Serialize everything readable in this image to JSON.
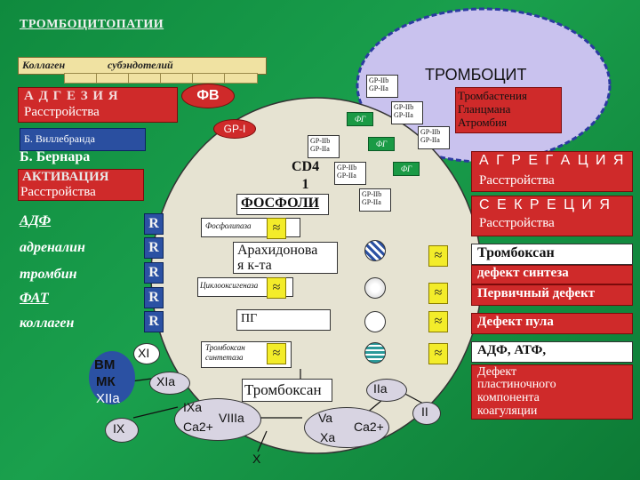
{
  "title": "ТРОМБОЦИТОПАТИИ",
  "collagen_bar": {
    "left": "Коллаген",
    "right": "субэндотелий"
  },
  "platelet_label": "ТРОМБОЦИТ",
  "fv": "ФВ",
  "gp1": "GP-I",
  "adhesion": {
    "title": "А Д Г Е З И Я",
    "disorders": "Расстройства"
  },
  "vwd": "Б. Виллебранда",
  "bernard": "Б. Бернара",
  "activation": {
    "title": "АКТИВАЦИЯ",
    "disorders": "Расстройства"
  },
  "aggregation": {
    "title": "А Г Р Е Г А Ц И Я",
    "disorders": "Расстройства"
  },
  "secretion": {
    "title": "С Е К Р Е Ц И Я",
    "disorders": "Расстройства"
  },
  "thrombasthenia": [
    "Тромбастения",
    "Гланцмана",
    "Атромбия"
  ],
  "gp_receptors": [
    {
      "l1": "GP-IIb",
      "l2": "GP-IIa"
    },
    {
      "l1": "GP-IIb",
      "l2": "GP-IIa"
    },
    {
      "l1": "GP-IIb",
      "l2": "GP-IIa"
    },
    {
      "l1": "GP-IIb",
      "l2": "GP-IIa"
    },
    {
      "l1": "GP-IIb",
      "l2": "GP-IIa"
    },
    {
      "l1": "GP-IIb",
      "l2": "GP-IIa"
    }
  ],
  "fg_labels": [
    "ФГ",
    "ФГ",
    "ФГ"
  ],
  "cd41": "CD4\n1",
  "agonists": [
    "АДФ",
    "адреналин",
    "тромбин",
    "ФАТ",
    "коллаген"
  ],
  "receptor_label": "R",
  "pathway": {
    "phospholipids": "ФОСФОЛИ",
    "phospholipase": "Фосфолипаза",
    "arachidonic": "Арахидонова\nя к-та",
    "cyclooxygenase": "Циклооксигеназа",
    "pg": "ПГ",
    "tx_synthase": "Тромбоксан\nсинтетаза",
    "thromboxane": "Тромбоксан"
  },
  "approx_symbol": "≈",
  "right_list": [
    {
      "text": "Тромбоксан",
      "box": "white"
    },
    {
      "text": "дефект синтеза",
      "box": "red"
    },
    {
      "text": "Первичный дефект",
      "box": "red"
    },
    {
      "text": "Дефект пула",
      "box": "red"
    },
    {
      "text": "АДФ, АТФ,",
      "box": "white"
    }
  ],
  "procoag": [
    "Дефект",
    "пластиночного",
    "компонента",
    "коагуляции"
  ],
  "coag_factors": {
    "vm": "ВМ",
    "mk": "МК",
    "xi": "XI",
    "xiia": "XIIa",
    "xia": "XIa",
    "ix": "IX",
    "ixa": "IXa",
    "ca1": "Ca2+",
    "viiia": "VIIIa",
    "x": "X",
    "va": "Va",
    "xa": "Xa",
    "ca2": "Ca2+",
    "iia": "IIa",
    "ii": "II"
  },
  "colors": {
    "background": "#1aa04d",
    "red": "#cf2a2a",
    "blue": "#2b51a3",
    "yellow": "#f3ec2a",
    "lavender": "#c9c2ee",
    "platelet": "#e6e3d2"
  }
}
